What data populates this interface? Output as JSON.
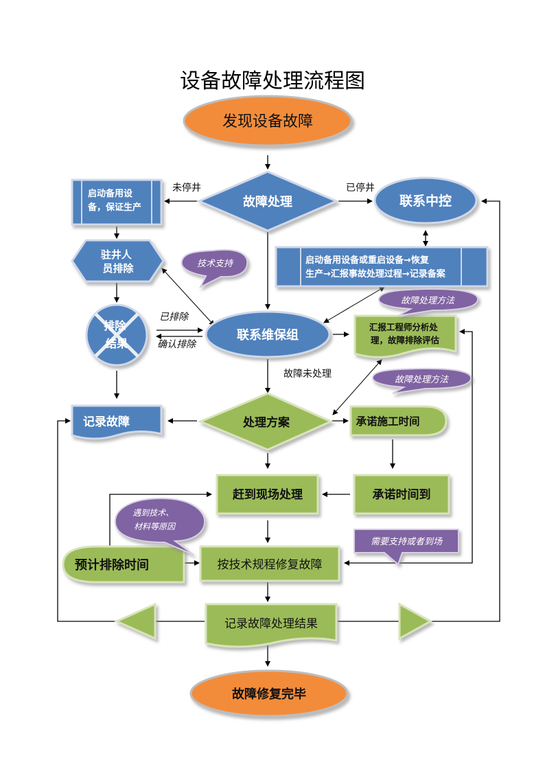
{
  "title": "设备故障处理流程图",
  "nodes": {
    "start": "发现设备故障",
    "decision": "故障处理",
    "backup_start": "启动备用设备，保证生产",
    "central_control": "联系中控",
    "restart_record": "启动备用设备或重启设备→恢复生产→汇报事故处理过程→记录备案",
    "onsite_troubleshoot": "驻井人员排除",
    "result": "排除结果",
    "maintenance_team": "联系维保组",
    "engineer_report": "汇报工程师分析处理，故障排除评估",
    "record_fault": "记录故障",
    "plan": "处理方案",
    "promise_time": "承诺施工时间",
    "go_site": "赶到现场处理",
    "time_due": "承诺时间到",
    "estimate_time": "预计排除时间",
    "repair": "按技术规程修复故障",
    "record_result": "记录故障处理结果",
    "end": "故障修复完毕"
  },
  "callouts": {
    "tech_support": "技术支持",
    "method1": "故障处理方法",
    "method2": "故障处理方法",
    "materials": "遇到技术、材料等原因",
    "need_support": "需要支持或者到场"
  },
  "edge_labels": {
    "not_stopped": "未停井",
    "stopped": "已停井",
    "eliminated": "已排除",
    "confirm": "确认排除",
    "not_handled": "故障未处理"
  },
  "colors": {
    "orange": "#f28c3a",
    "blue": "#4f81bd",
    "green": "#9bbb59",
    "purple": "#8064a2"
  }
}
